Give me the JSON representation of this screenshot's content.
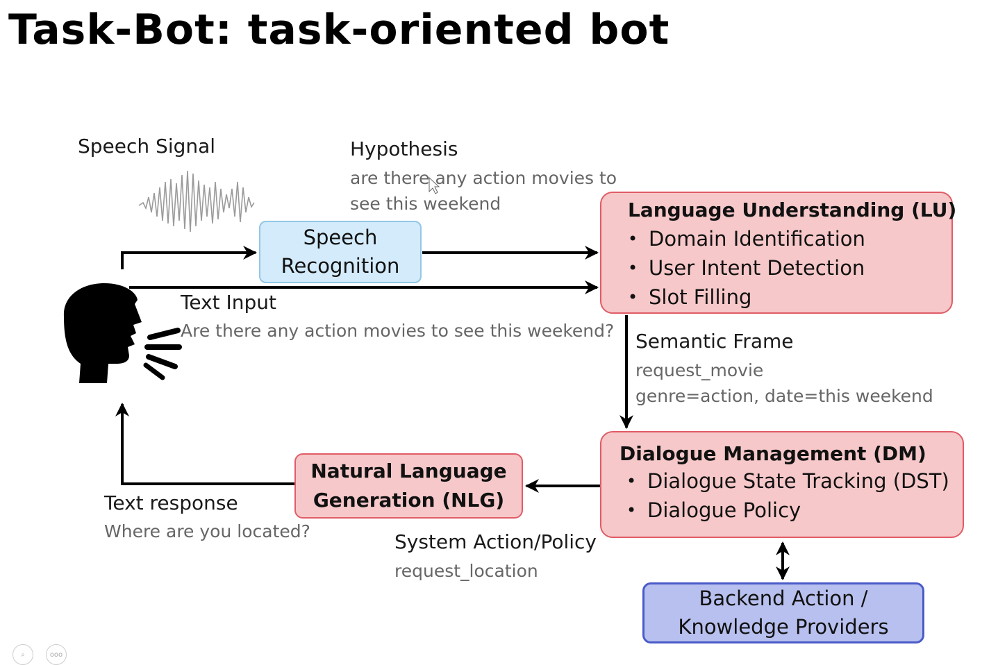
{
  "title": "Task-Bot: task-oriented bot",
  "labels": {
    "speech_signal": "Speech Signal",
    "hypothesis": "Hypothesis",
    "hypothesis_text_1": "are there any action movies to",
    "hypothesis_text_2": "see this weekend",
    "text_input": "Text Input",
    "text_input_text": "Are there any action movies to see this weekend?",
    "semantic_frame": "Semantic Frame",
    "semantic_frame_text_1": "request_movie",
    "semantic_frame_text_2": "genre=action, date=this weekend",
    "text_response": "Text response",
    "text_response_text": "Where are you located?",
    "system_action": "System Action/Policy",
    "system_action_text": "request_location"
  },
  "boxes": {
    "asr": {
      "line1": "Speech",
      "line2": "Recognition"
    },
    "lu": {
      "title": "Language Understanding (LU)",
      "items": [
        "Domain Identification",
        "User Intent Detection",
        "Slot Filling"
      ]
    },
    "dm": {
      "title": "Dialogue Management (DM)",
      "items": [
        "Dialogue State Tracking (DST)",
        "Dialogue Policy"
      ]
    },
    "nlg": {
      "line1": "Natural Language",
      "line2": "Generation (NLG)"
    },
    "kb": {
      "line1": "Backend Action /",
      "line2": "Knowledge Providers"
    }
  },
  "colors": {
    "asr_fill": "#d3ebfa",
    "red_fill": "#f6c8c9",
    "red_border": "#e05c66",
    "kb_fill": "#b7c0ee",
    "kb_border": "#4a5bc9"
  },
  "icons": [
    "speaking-head-icon",
    "waveform-icon",
    "zoom-icon",
    "more-icon"
  ]
}
